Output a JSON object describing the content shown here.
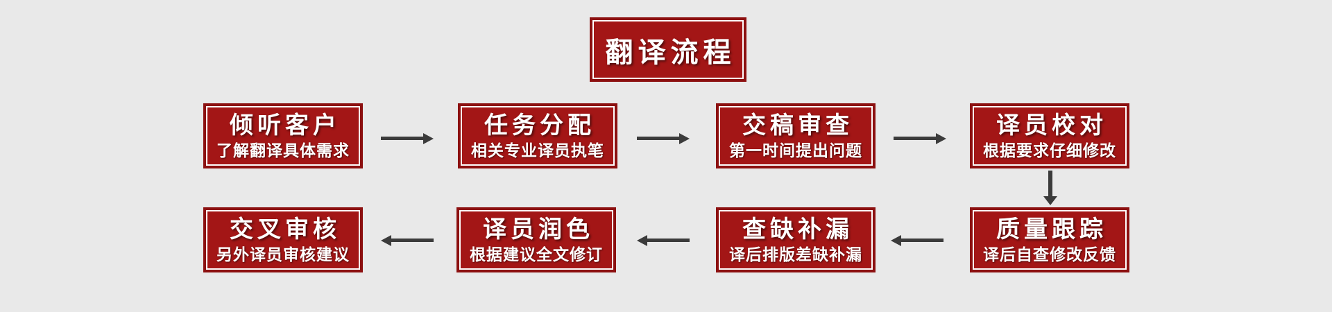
{
  "page": {
    "background_color": "#e9e9e9"
  },
  "colors": {
    "box_fill": "#a31616",
    "box_outer_border": "#8c1010",
    "box_inner_line": "#ffffff",
    "text": "#ffffff",
    "arrow": "#3b3b3b"
  },
  "header": {
    "title": "翻译流程"
  },
  "flow": {
    "steps": [
      {
        "title": "倾听客户",
        "subtitle": "了解翻译具体需求"
      },
      {
        "title": "任务分配",
        "subtitle": "相关专业译员执笔"
      },
      {
        "title": "交稿审查",
        "subtitle": "第一时间提出问题"
      },
      {
        "title": "译员校对",
        "subtitle": "根据要求仔细修改"
      },
      {
        "title": "质量跟踪",
        "subtitle": "译后自查修改反馈"
      },
      {
        "title": "查缺补漏",
        "subtitle": "译后排版差缺补漏"
      },
      {
        "title": "译员润色",
        "subtitle": "根据建议全文修订"
      },
      {
        "title": "交叉审核",
        "subtitle": "另外译员审核建议"
      }
    ]
  }
}
